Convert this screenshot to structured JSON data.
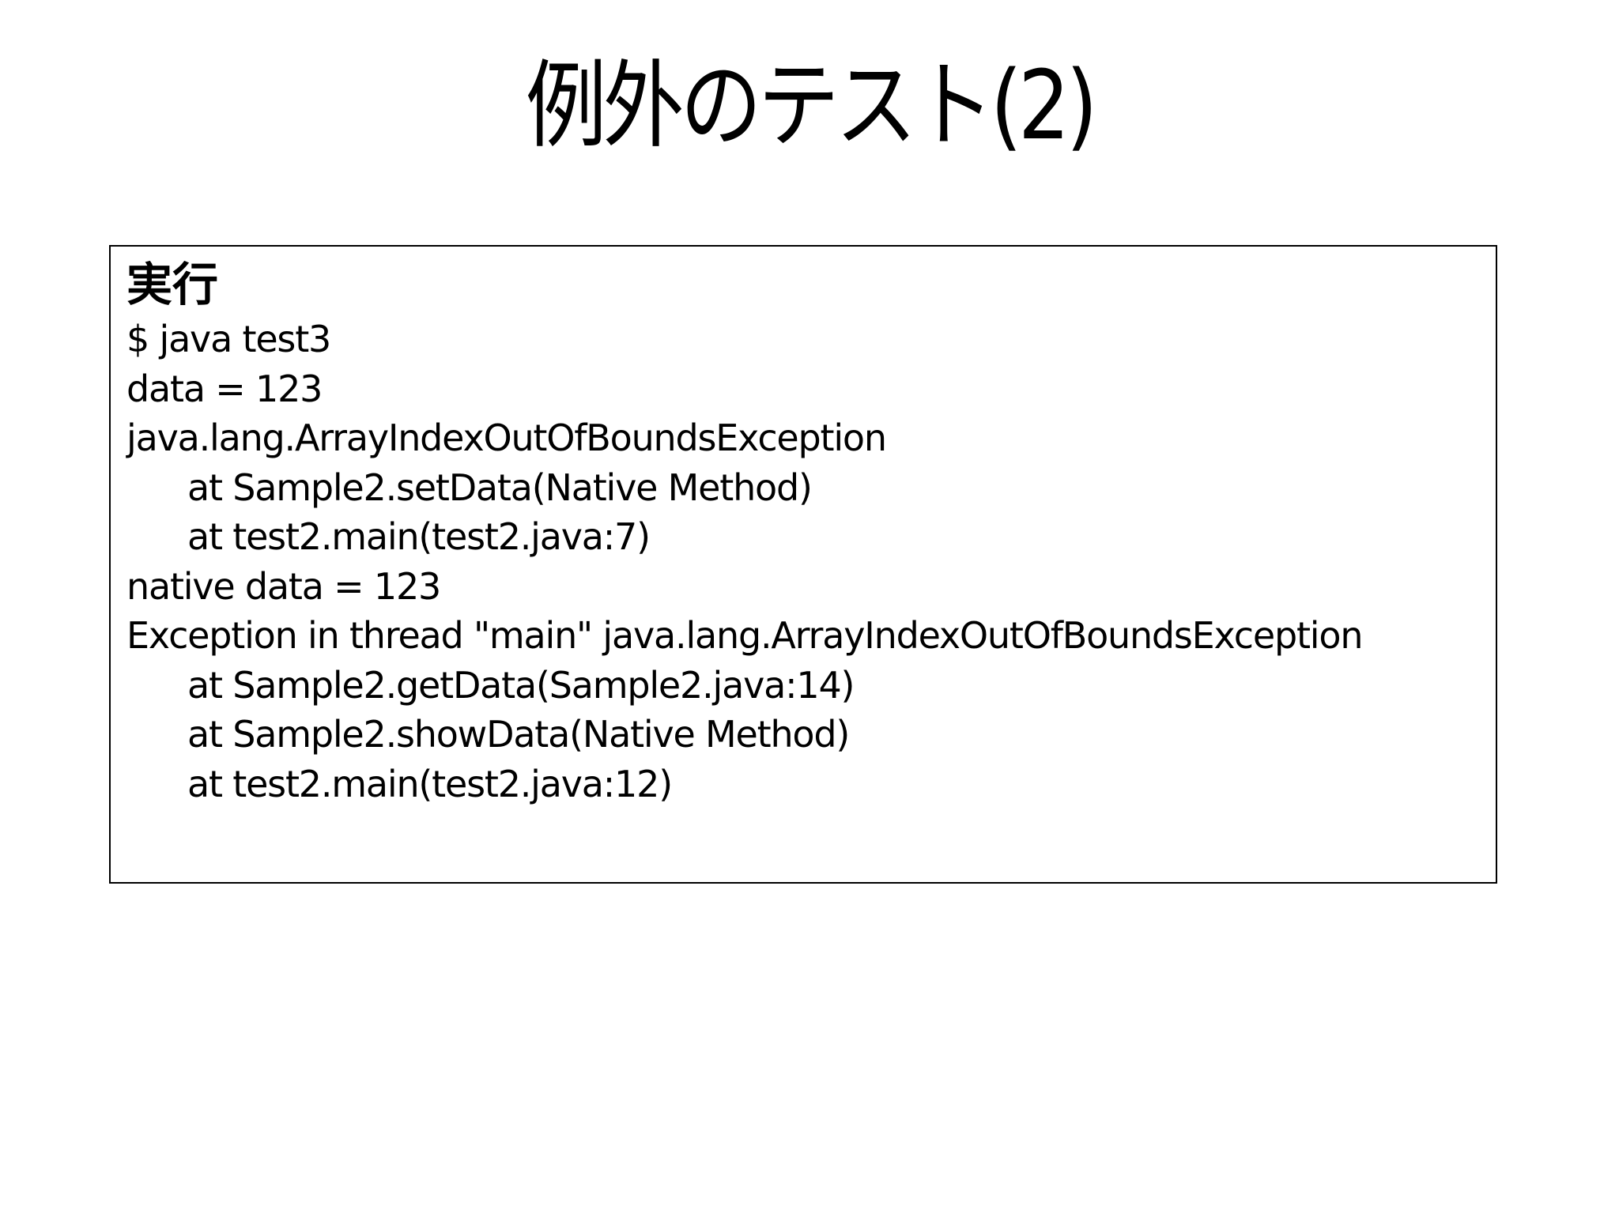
{
  "slide": {
    "title": "例外のテスト(2)"
  },
  "output_box": {
    "heading": "実行",
    "lines": [
      {
        "text": "$ java test3",
        "indent": false
      },
      {
        "text": "data = 123",
        "indent": false
      },
      {
        "text": "java.lang.ArrayIndexOutOfBoundsException",
        "indent": false
      },
      {
        "text": "at Sample2.setData(Native Method)",
        "indent": true
      },
      {
        "text": "at test2.main(test2.java:7)",
        "indent": true
      },
      {
        "text": "native data = 123",
        "indent": false
      },
      {
        "text": "Exception in thread \"main\" java.lang.ArrayIndexOutOfBoundsException",
        "indent": false
      },
      {
        "text": "at Sample2.getData(Sample2.java:14)",
        "indent": true
      },
      {
        "text": "at Sample2.showData(Native Method)",
        "indent": true
      },
      {
        "text": "at test2.main(test2.java:12)",
        "indent": true
      }
    ]
  }
}
